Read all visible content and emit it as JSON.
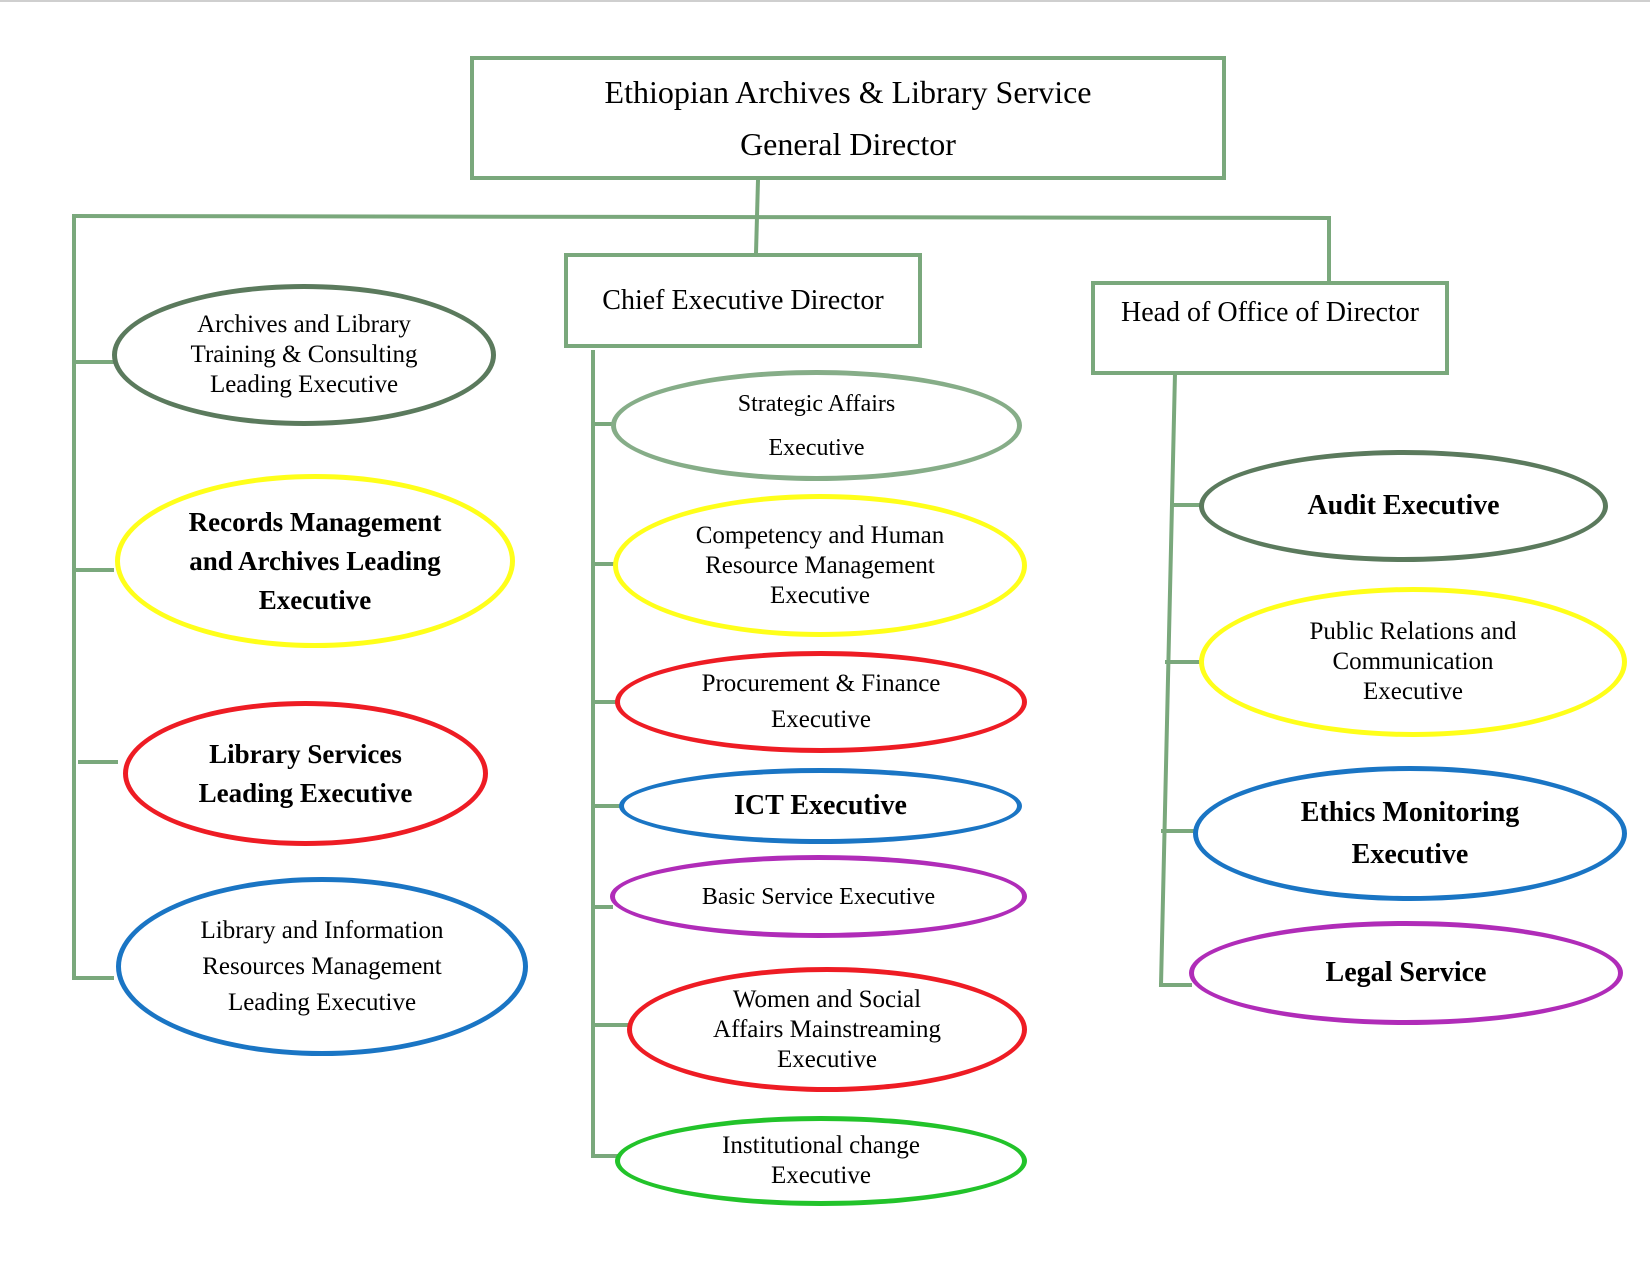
{
  "top": {
    "line1": "Ethiopian Archives & Library Service",
    "line2": "General Director"
  },
  "chief": {
    "label": "Chief Executive Director"
  },
  "head_office": {
    "label": "Head of  Office of Director"
  },
  "left_units": [
    "Archives and Library\nTraining & Consulting\nLeading Executive",
    "Records Management\nand Archives Leading\nExecutive",
    "Library Services\nLeading Executive",
    "Library and Information\nResources Management\nLeading Executive"
  ],
  "middle_units": [
    "Strategic Affairs\nExecutive",
    "Competency and Human\nResource Management\nExecutive",
    "Procurement & Finance\nExecutive",
    "ICT Executive",
    "Basic Service Executive",
    "Women and Social\nAffairs Mainstreaming\nExecutive",
    "Institutional change\nExecutive"
  ],
  "right_units": [
    "Audit Executive",
    "Public Relations and\nCommunication\nExecutive",
    "Ethics Monitoring\nExecutive",
    "Legal Service"
  ],
  "colors": {
    "connector": "#7aa87c",
    "dark_green": "#5b7a5d",
    "sage": "#86ad88",
    "yellow": "#ffff1a",
    "red": "#ee1c24",
    "blue": "#1a75c4",
    "purple": "#b02cb8",
    "green": "#22c32a"
  }
}
